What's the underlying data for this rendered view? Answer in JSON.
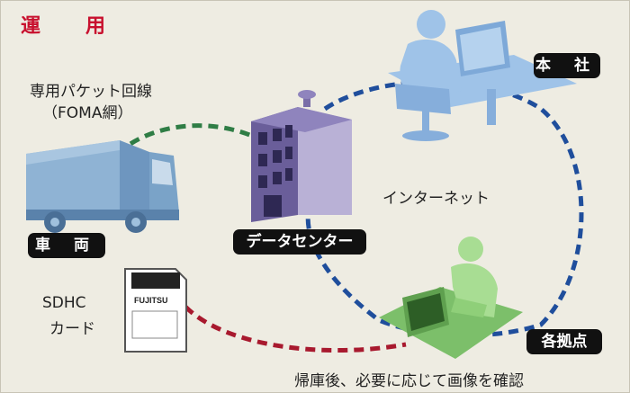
{
  "title": "運　用",
  "labels": {
    "packet_line1": "専用パケット回線",
    "packet_line2": "（FOMA網）",
    "internet": "インターネット",
    "sdhc_line1": "SDHC",
    "sdhc_line2": "カード",
    "bottom_note": "帰庫後、必要に応じて画像を確認",
    "sd_brand": "FUJITSU"
  },
  "tags": {
    "honsha": "本 社",
    "sharyo": "車 両",
    "datacenter": "データセンター",
    "kyoten": "各拠点"
  },
  "colors": {
    "title_red": "#c8102e",
    "link_green": "#2f7d45",
    "link_blue": "#1f4e9c",
    "link_red": "#a8192e",
    "truck_blue": "#7aa3c8",
    "person_blue": "#9fc3e8",
    "building_purple": "#7a6ea8",
    "branch_green": "#7cbf6a"
  },
  "icons": [
    "truck-icon",
    "building-icon",
    "office-worker-icon",
    "branch-worker-icon",
    "sd-card-icon"
  ]
}
